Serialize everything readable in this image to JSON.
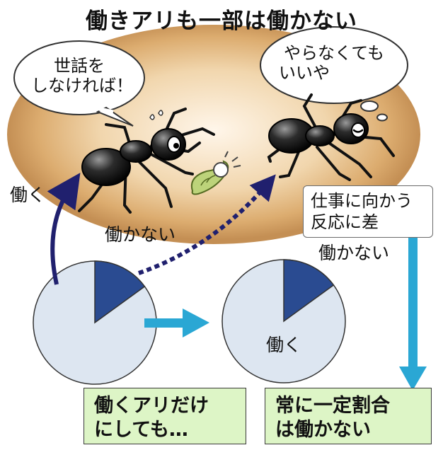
{
  "title": "働きアリも一部は働かない",
  "speech_left": [
    "世話を",
    "しなければ！"
  ],
  "speech_right": [
    "やらなくても",
    "いいや"
  ],
  "label_work_left": "働く",
  "label_idle_arrow": "働かない",
  "reaction_box": [
    "仕事に向かう",
    "反応に差"
  ],
  "label_idle_right": "働かない",
  "label_work_pie": "働く",
  "bottom_left": [
    "働くアリだけ",
    "にしても…"
  ],
  "bottom_right": [
    "常に一定割合",
    "は働かない"
  ],
  "colors": {
    "pie_fill": "#dde6f1",
    "pie_slice": "#2a4b91",
    "arrow_navy": "#20206e",
    "arrow_cyan": "#2aa7d4",
    "green_box": "#ddf5c6",
    "ground": "#d9a66a"
  },
  "icons": [
    "ant-working",
    "ant-idle",
    "larva",
    "speech-bubble",
    "thought-bubble"
  ]
}
